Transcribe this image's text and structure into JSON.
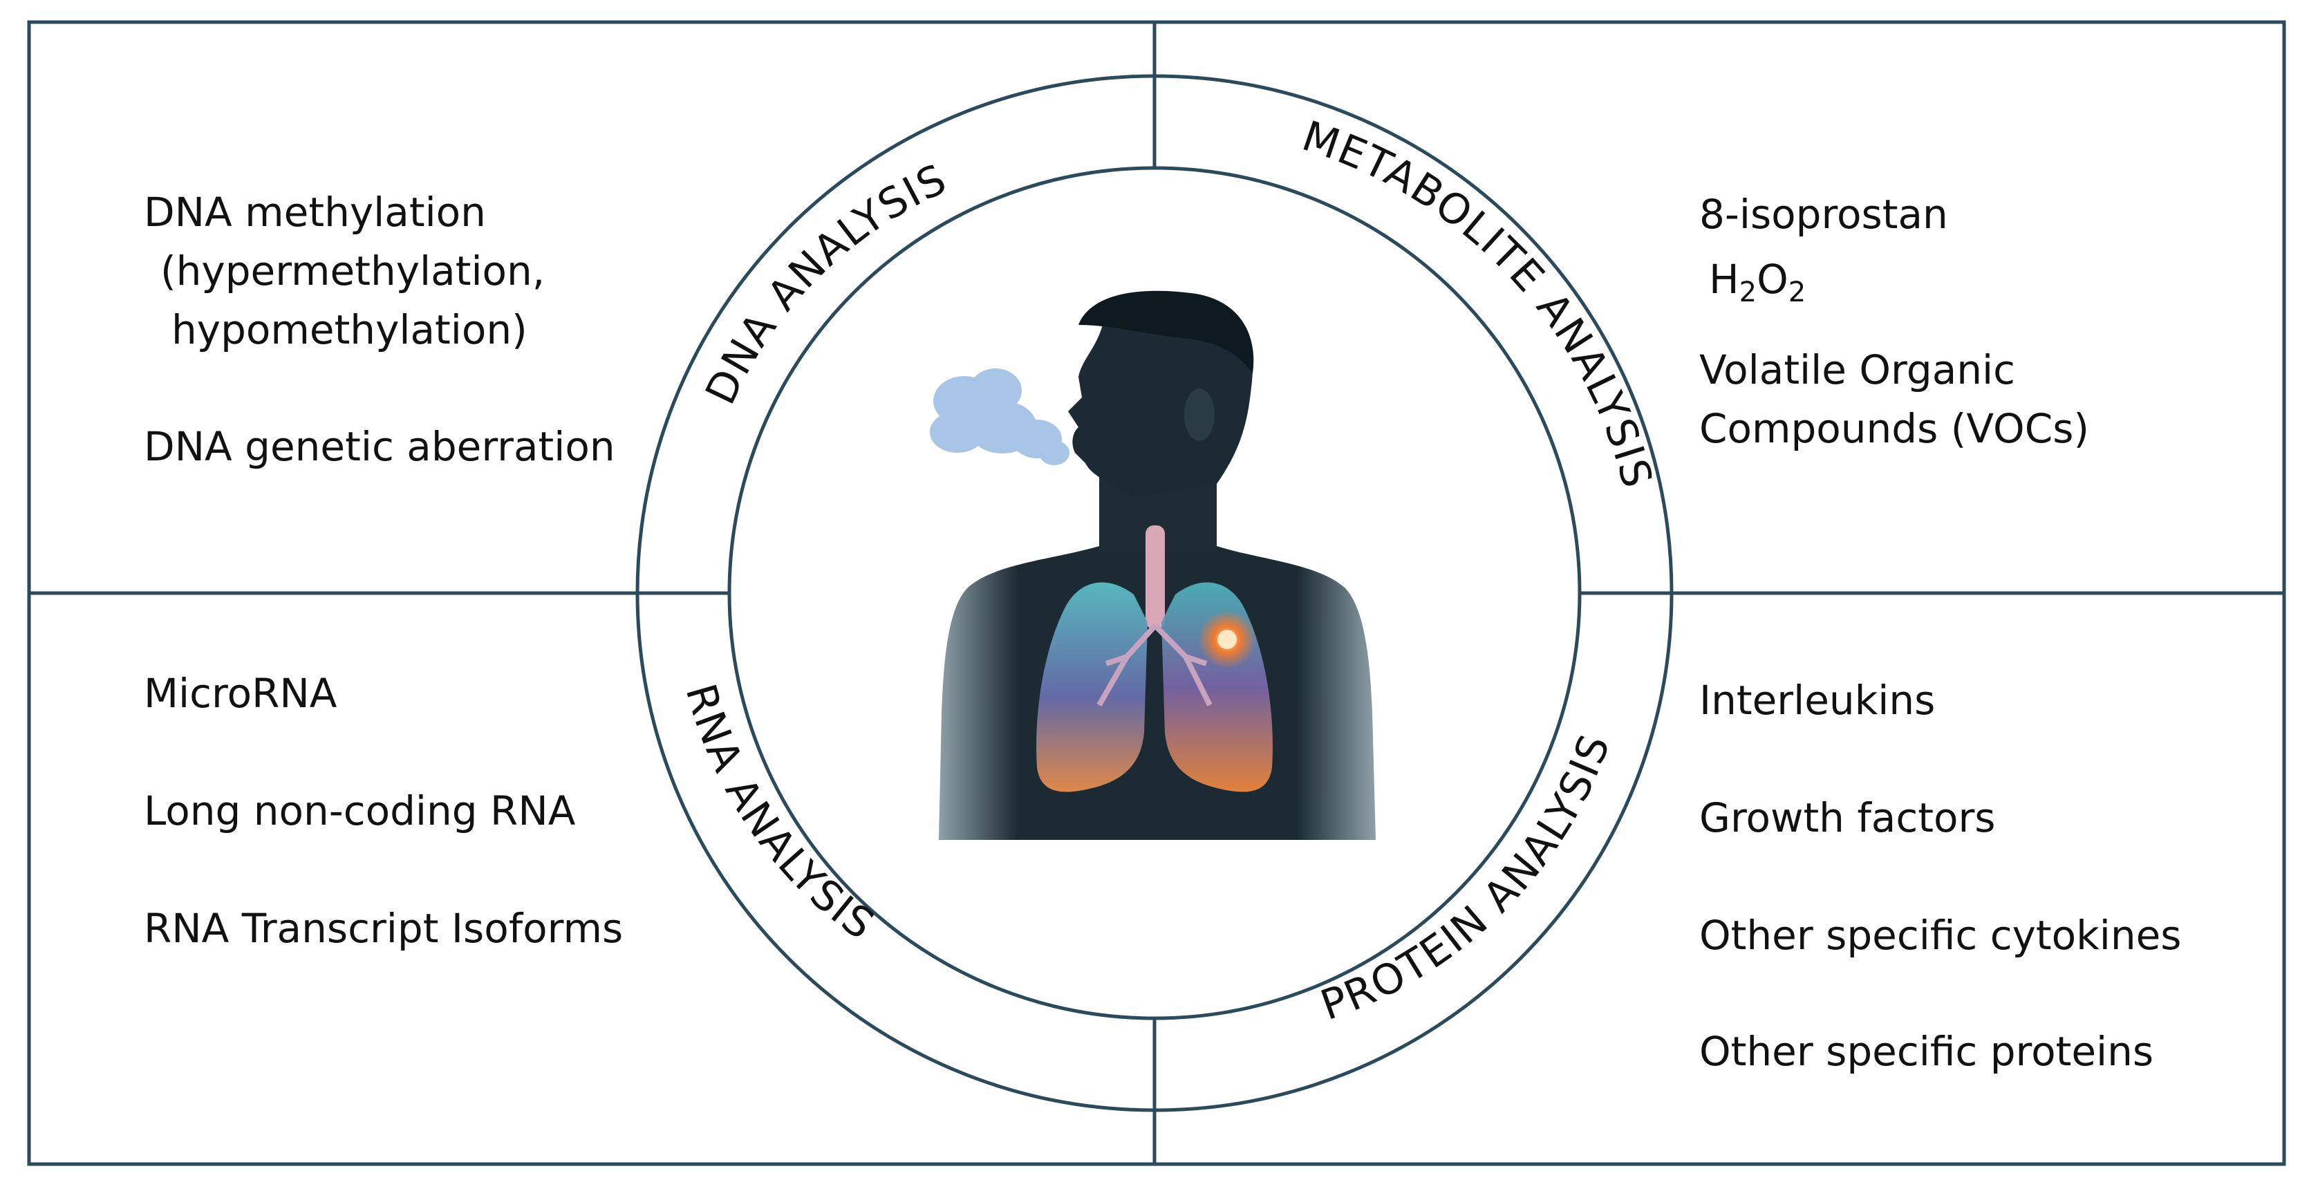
{
  "colors": {
    "frame": "#2b4a5c",
    "text": "#111111",
    "background": "#ffffff",
    "breath": "#a8c4e6",
    "lung_teal": "#3aa6b0",
    "lung_orange": "#f08a3a",
    "silhouette": "#1a2a33"
  },
  "ring_labels": {
    "dna": "DNA ANALYSIS",
    "metabolite": "METABOLITE ANALYSIS",
    "rna": "RNA ANALYSIS",
    "protein": "PROTEIN ANALYSIS"
  },
  "quadrants": {
    "dna": {
      "methylation_line1": "DNA methylation",
      "methylation_line2": "(hypermethylation,",
      "methylation_line3": "hypomethylation)",
      "aberration": "DNA genetic aberration"
    },
    "metabolite": {
      "isoprostan": "8-isoprostan",
      "h2o2_h": "H",
      "h2o2_sub1": "2",
      "h2o2_o": "O",
      "h2o2_sub2": "2",
      "voc_line1": "Volatile Organic",
      "voc_line2": "Compounds (VOCs)"
    },
    "rna": {
      "item1": "MicroRNA",
      "item2": "Long non-coding RNA",
      "item3": "RNA Transcript Isoforms"
    },
    "protein": {
      "item1": "Interleukins",
      "item2": "Growth factors",
      "item3": "Other specific cytokines",
      "item4": "Other specific proteins"
    }
  },
  "illustration": {
    "icon": "human-lungs-breathing-icon"
  }
}
